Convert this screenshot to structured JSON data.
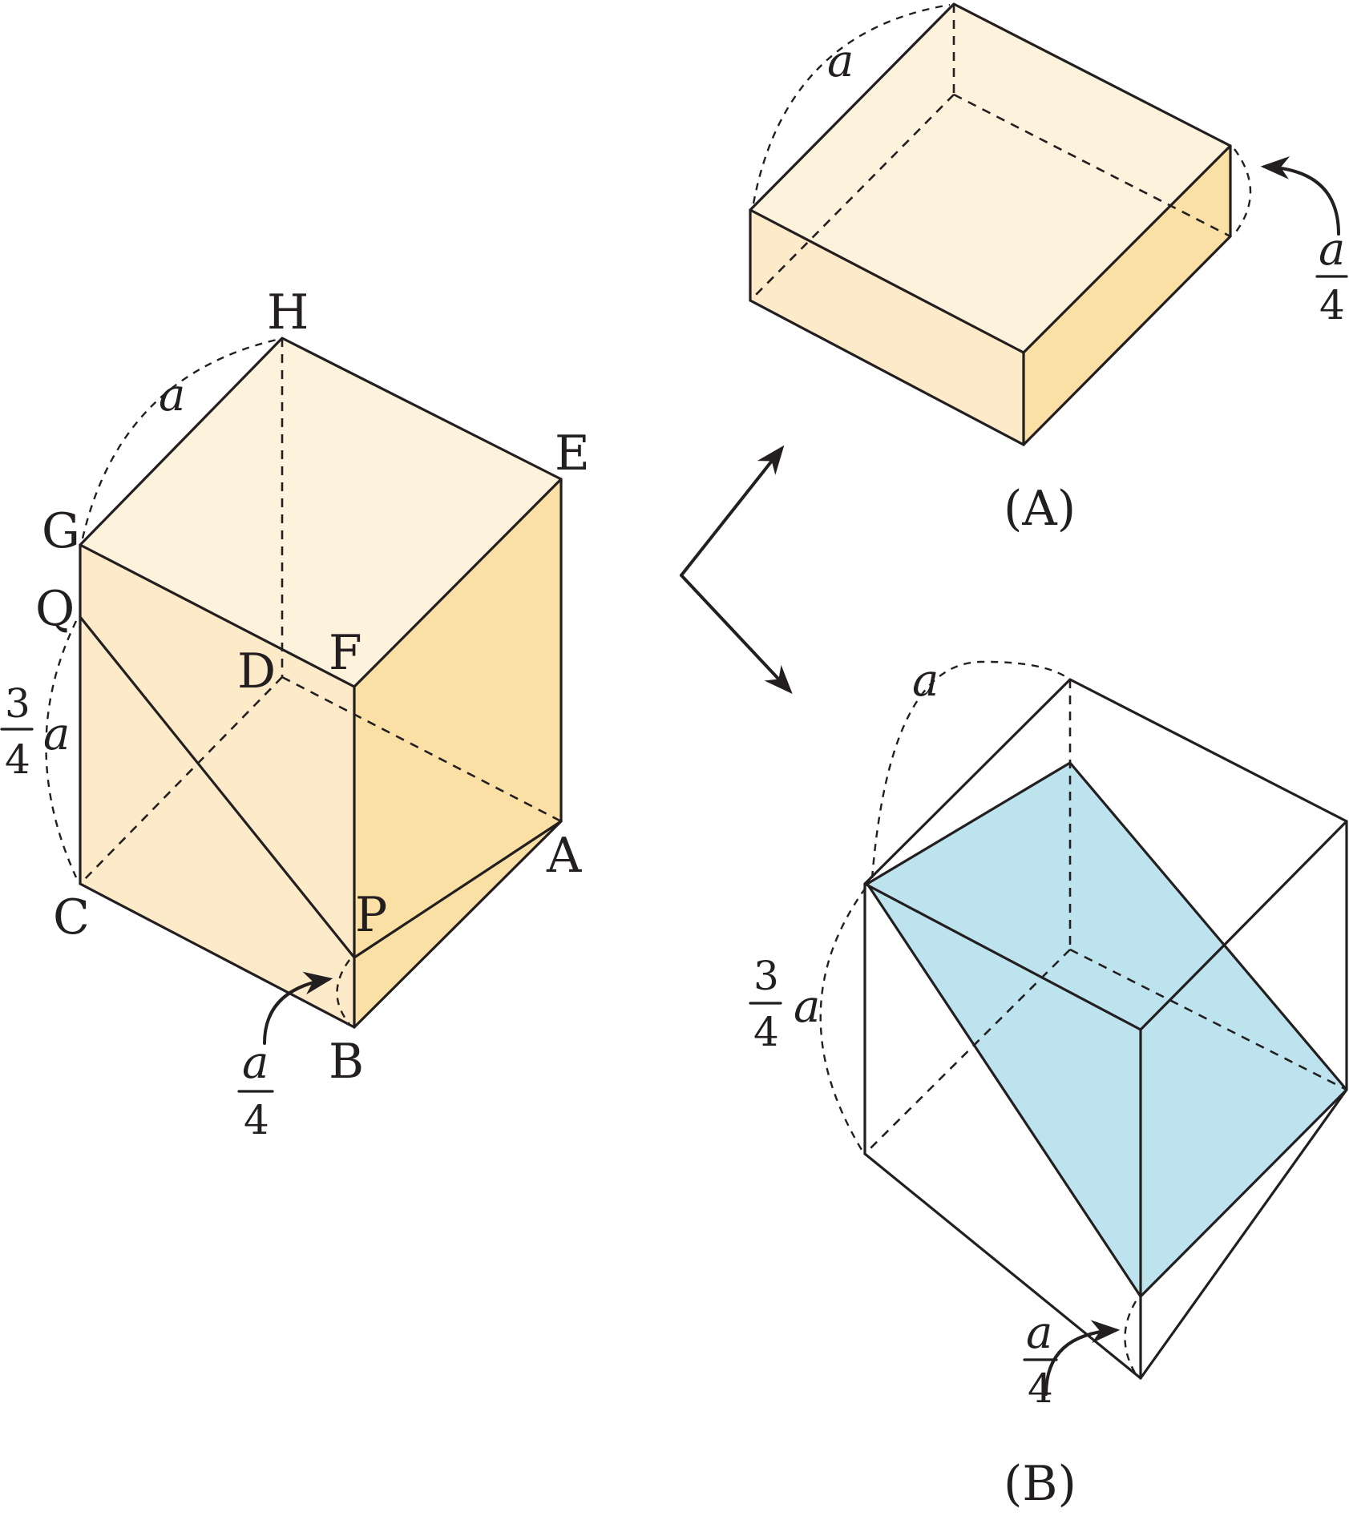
{
  "vertices": {
    "A": "A",
    "B": "B",
    "C": "C",
    "D": "D",
    "E": "E",
    "F": "F",
    "G": "G",
    "H": "H",
    "P": "P",
    "Q": "Q"
  },
  "dimensions": {
    "side": "a",
    "quarter_num": "a",
    "quarter_den": "4",
    "three_quarter_num": "3",
    "three_quarter_den": "4",
    "three_quarter_var": "a"
  },
  "captions": {
    "piece_a": "(A)",
    "piece_b": "(B)"
  },
  "colors": {
    "face_light": "#fdf3dc",
    "face_mid": "#fce9c4",
    "face_dark": "#fbdfa4",
    "cut_face": "#bde3ee",
    "ink": "#231f20"
  },
  "icons": [
    "split-arrow-icon"
  ]
}
